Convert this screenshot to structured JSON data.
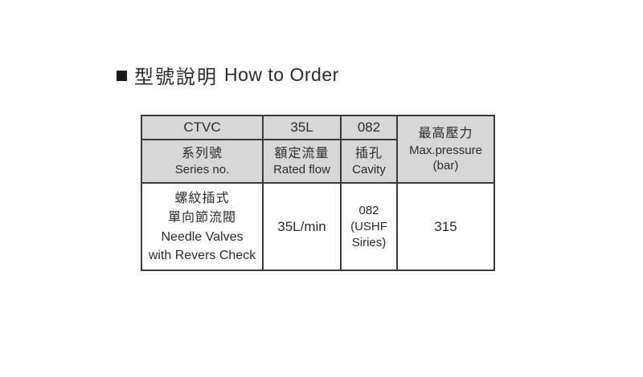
{
  "title": {
    "zh": "型號說明",
    "en": "How to Order"
  },
  "table": {
    "model": {
      "code": "CTVC",
      "zh": "系列號",
      "en": "Series no."
    },
    "flow": {
      "code": "35L",
      "zh": "額定流量",
      "en": "Rated flow"
    },
    "cavity": {
      "code": "082",
      "zh": "插孔",
      "en": "Cavity"
    },
    "pressure": {
      "zh": "最高壓力",
      "en": "Max.pressure",
      "unit": "(bar)"
    },
    "row": {
      "name_zh_line1": "螺紋插式",
      "name_zh_line2": "單向節流閥",
      "name_en_line1": "Needle Valves",
      "name_en_line2": "with Revers Check",
      "rated_flow": "35L/min",
      "cavity_line1": "082",
      "cavity_line2": "(USHF",
      "cavity_line3": "Siries)",
      "max_pressure": "315"
    }
  },
  "colors": {
    "page_bg": "#fefefe",
    "header_bg": "#d7d7d7",
    "border": "#3a3a3a",
    "text": "#2b2b2b"
  }
}
